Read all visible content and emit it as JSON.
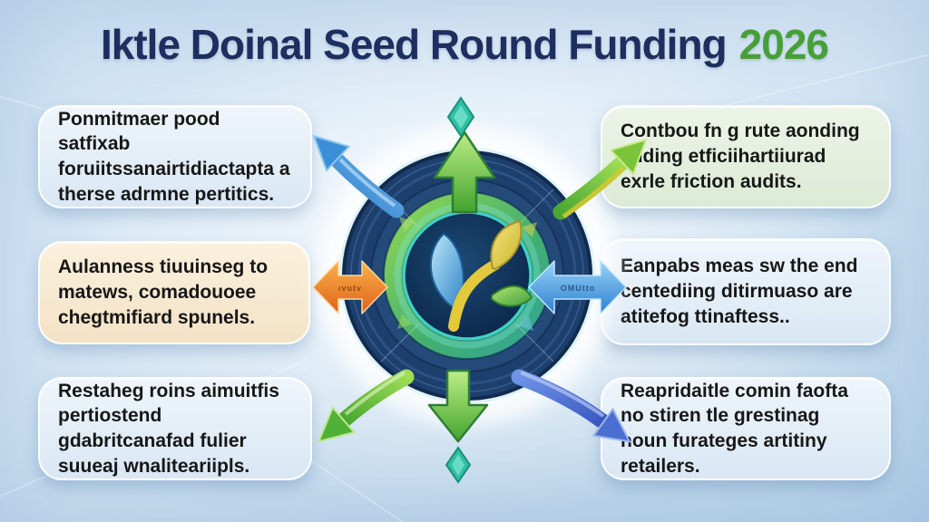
{
  "title": {
    "text": "Iktle Doinal Seed Round Funding",
    "year": "2026",
    "text_color": "#1d2e5f",
    "year_color": "#47a037"
  },
  "boxes": [
    {
      "id": "top-left",
      "text": "Ponmitmaer pood satfixab foruiitssanairtidiactapta a therse adrmne pertitics."
    },
    {
      "id": "mid-left",
      "text": "Aulanness tiuuinseg to matews, comadouoee chegtmifiard spunels."
    },
    {
      "id": "bottom-left",
      "text": "Restaheg roins aimuitfis pertiostend gdabritcanafad fulier suueaj wnaliteariipls."
    },
    {
      "id": "top-right",
      "text": "Contbou fn g rute aonding snding etficiihartiiurad exrle friction audits."
    },
    {
      "id": "mid-right",
      "text": "Eanpabs meas sw the end centediing ditirmuaso are atitefog ttinaftess.."
    },
    {
      "id": "bottom-right",
      "text": "Reapridaitle comin faofta no stiren tle grestinag houn furateges artitiny retailers."
    }
  ],
  "arrow_labels": {
    "left": "ıvutv",
    "right": "OMUtto"
  },
  "hub": {
    "icon": "seedling",
    "ring_color": "#1d3f6e",
    "green_ring_color": "#5cbf5a",
    "center_color": "#0f2d52",
    "rim_color": "#3fd2c4"
  },
  "palette": {
    "background": "#cfe3f2",
    "arrow_orange": "#e8721f",
    "arrow_blue": "#3b8fd6",
    "arrow_green": "#5bb53a",
    "arrow_indigo": "#4b6fd0",
    "diamond_teal": "#2fbfa4"
  }
}
